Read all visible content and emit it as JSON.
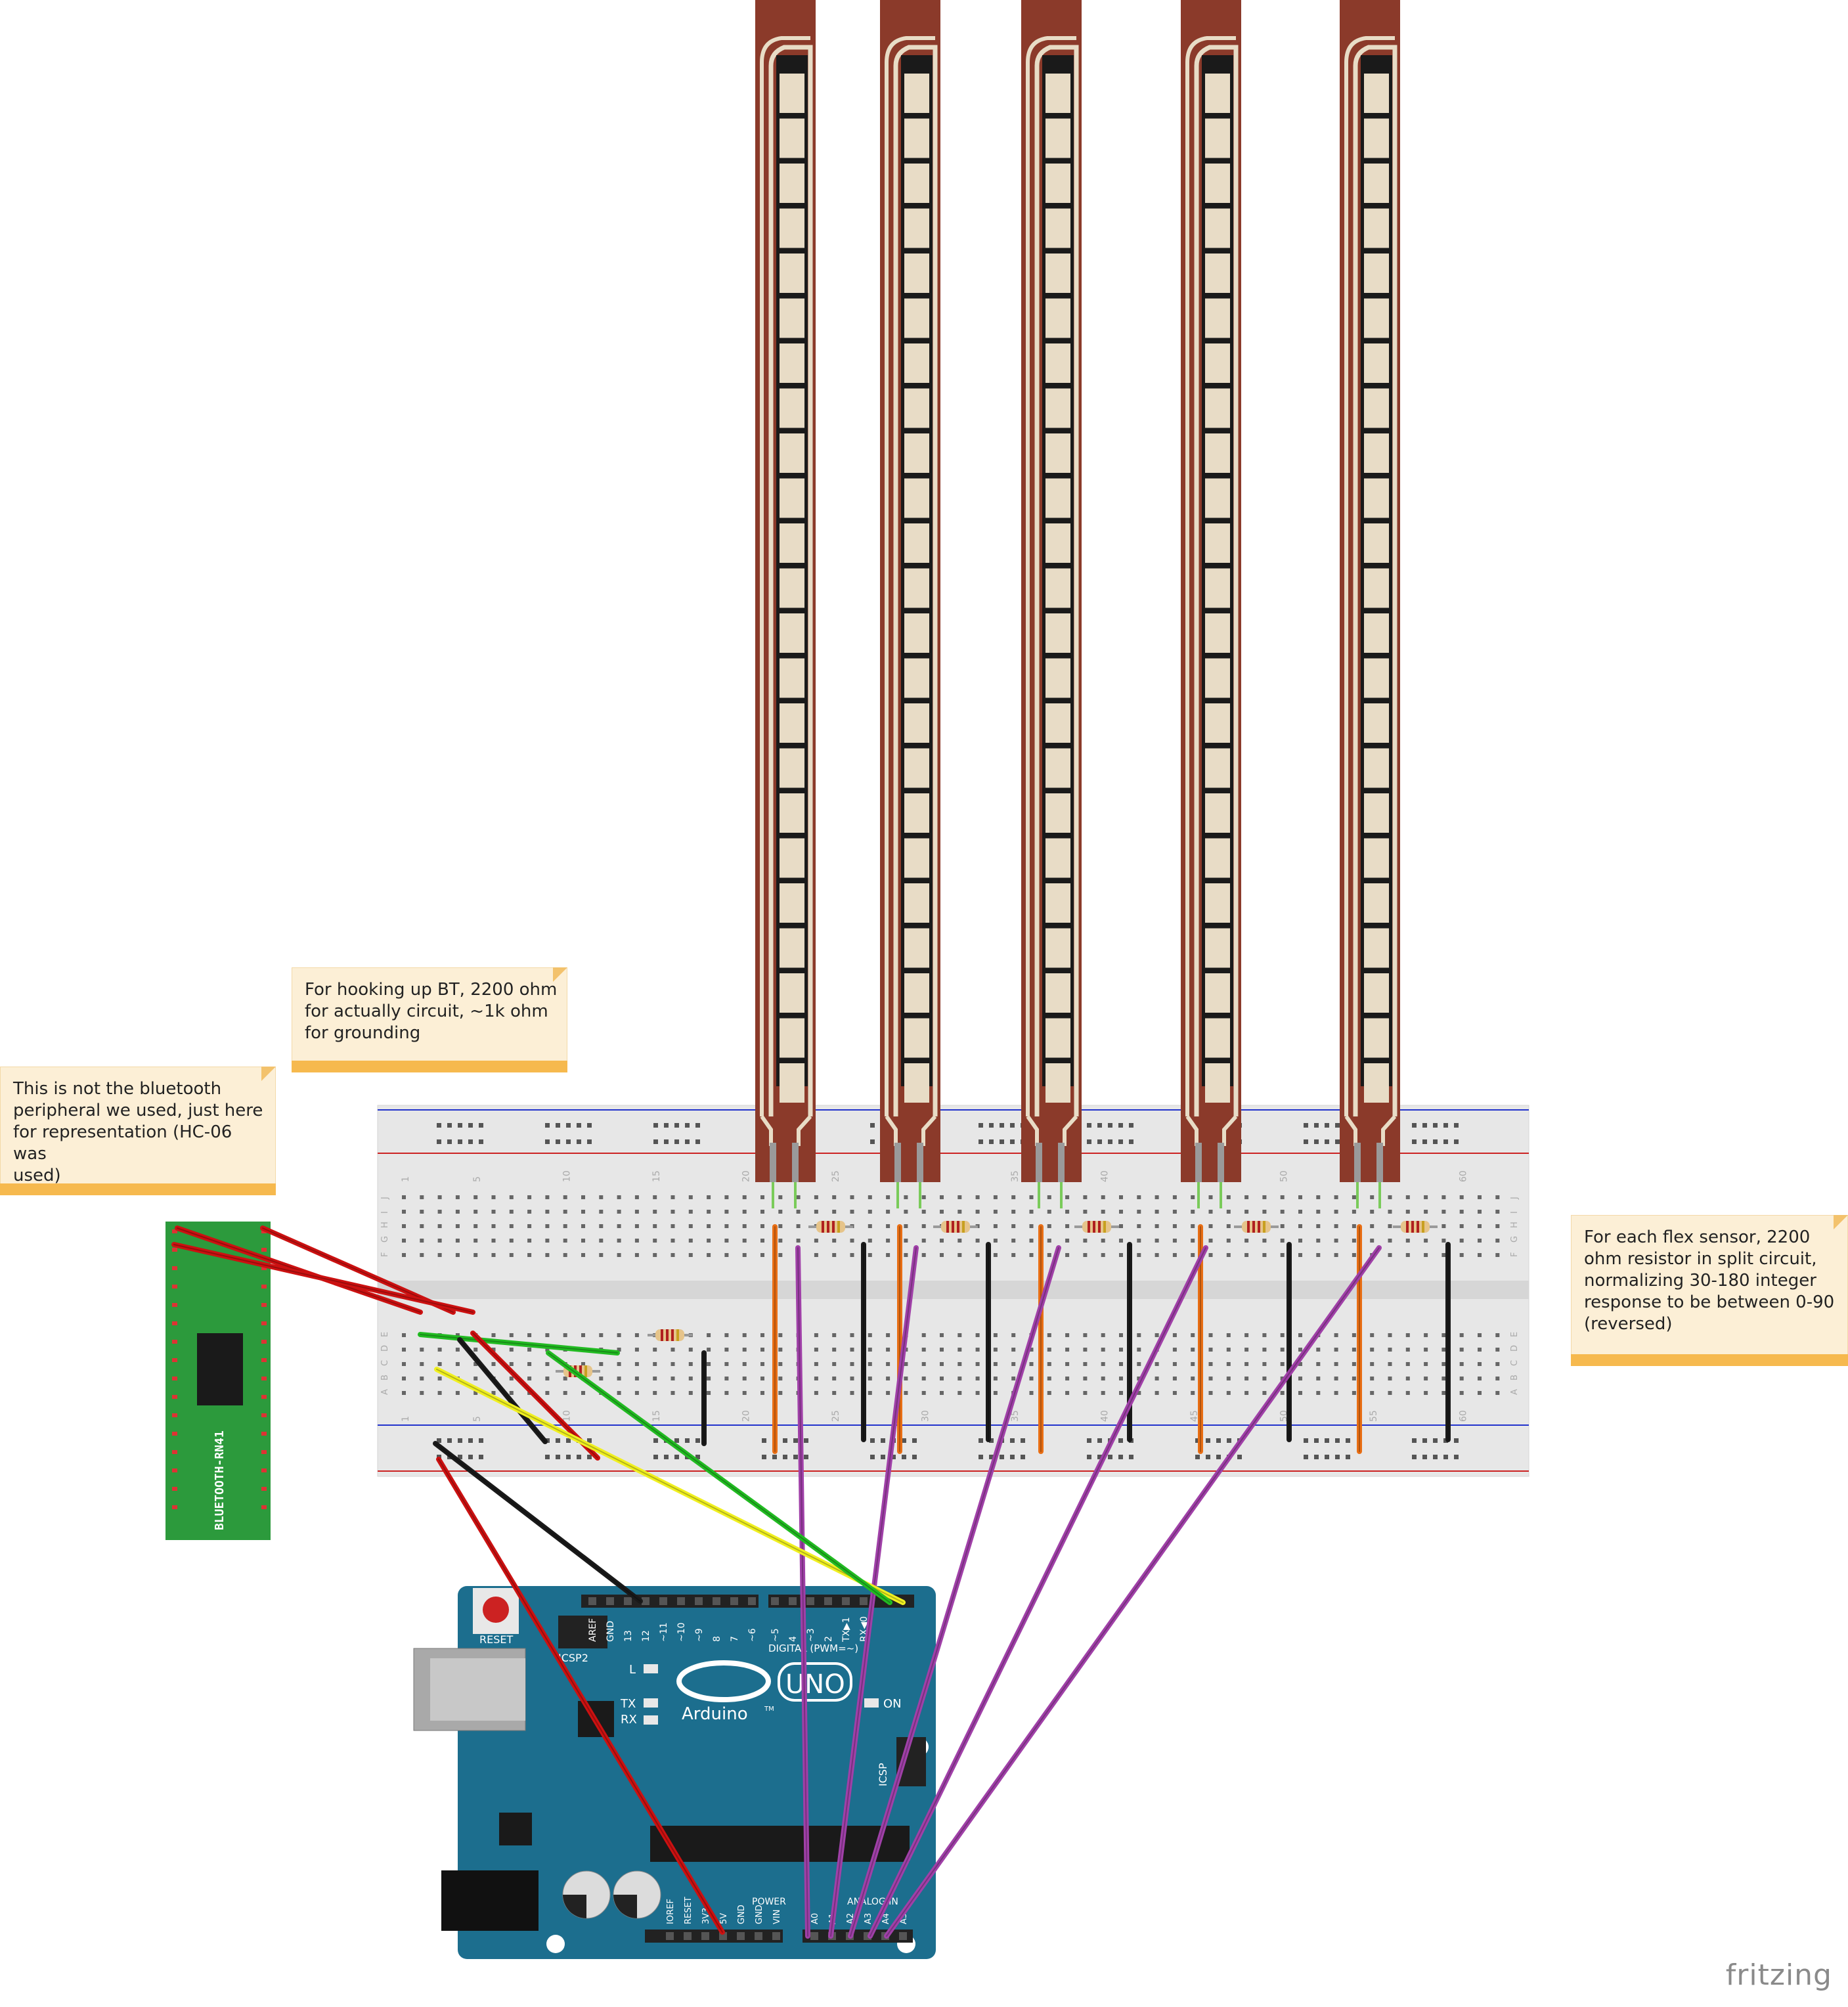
{
  "notes": {
    "bluetooth_disclaimer": "This is not the bluetooth\nperipheral we used, just here\nfor representation (HC-06 was\nused)",
    "bt_hookup": "For hooking up BT, 2200 ohm\nfor actually circuit, ~1k ohm\nfor grounding",
    "flex_sensor": "For each flex sensor, 2200\nohm resistor in split circuit,\nnormalizing 30-180 integer\nresponse to be between 0-90\n(reversed)"
  },
  "bluetooth_module": {
    "label": "BLUETOOTH-RN41"
  },
  "breadboard": {
    "column_numbers": [
      "1",
      "5",
      "10",
      "15",
      "20",
      "25",
      "30",
      "35",
      "40",
      "45",
      "50",
      "55",
      "60"
    ],
    "row_letters_top": [
      "J",
      "I",
      "H",
      "G",
      "F"
    ],
    "row_letters_bottom": [
      "E",
      "D",
      "C",
      "B",
      "A"
    ]
  },
  "arduino": {
    "reset_label": "RESET",
    "icsp2_label": "ICSP2",
    "icsp_label": "ICSP",
    "logo_text": "Arduino",
    "model": "UNO",
    "tm": "TM",
    "led_l": "L",
    "led_tx": "TX",
    "led_rx": "RX",
    "on_label": "ON",
    "digital_label": "DIGITAL (PWM=~)",
    "power_label": "POWER",
    "analog_label": "ANALOG IN",
    "digital_pins": [
      "AREF",
      "GND",
      "13",
      "12",
      "~11",
      "~10",
      "~9",
      "8",
      "7",
      "~6",
      "~5",
      "4",
      "~3",
      "2",
      "TX▶1",
      "RX◀0"
    ],
    "power_pins": [
      "IOREF",
      "RESET",
      "3V3",
      "5V",
      "GND",
      "GND",
      "VIN"
    ],
    "analog_pins": [
      "A0",
      "A1",
      "A2",
      "A3",
      "A4",
      "A5"
    ]
  },
  "brand": "fritzing",
  "colors": {
    "flex_body": "#8b3a2a",
    "flex_inner": "#e8dcc6",
    "breadboard": "#e7e7e7",
    "arduino": "#1c6e8e",
    "wire_red": "#cc1111",
    "wire_black": "#1a1a1a",
    "wire_green": "#22bb22",
    "wire_yellow": "#f0f020",
    "wire_purple": "#a040a8",
    "wire_orange": "#e86e14",
    "note_bg": "#fcefd6",
    "note_bar": "#f6b94e"
  }
}
